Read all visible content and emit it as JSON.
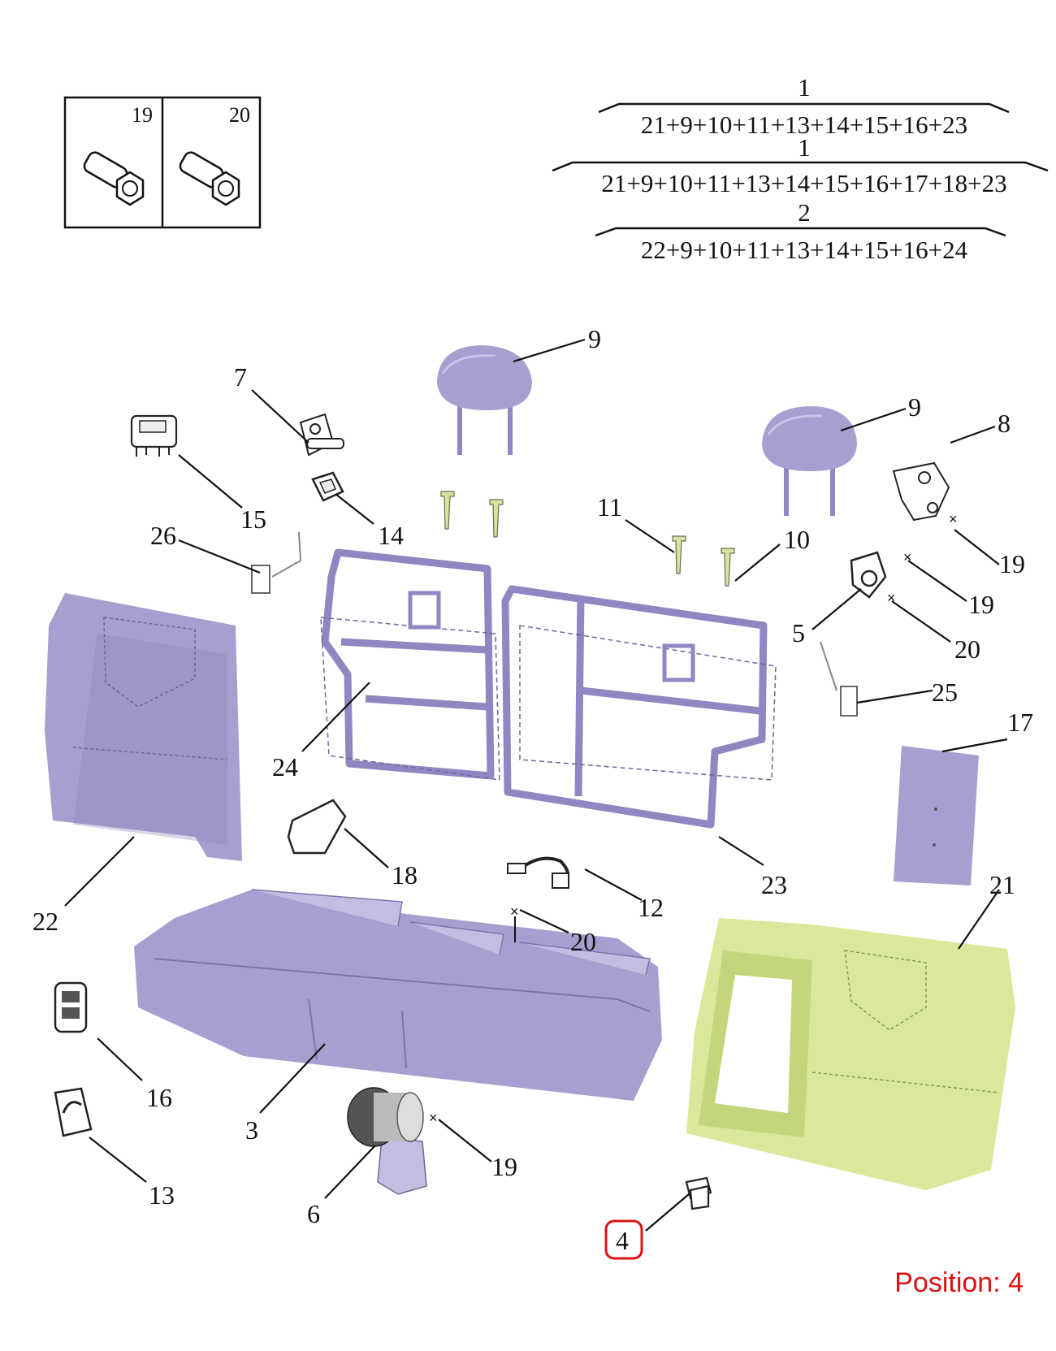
{
  "legend_box": {
    "cells": [
      {
        "number": "19"
      },
      {
        "number": "20"
      }
    ]
  },
  "assemblies": [
    {
      "assembly": "1",
      "components": "21+9+10+11+13+14+15+16+23"
    },
    {
      "assembly": "1",
      "components": "21+9+10+11+13+14+15+16+17+18+23"
    },
    {
      "assembly": "2",
      "components": "22+9+10+11+13+14+15+16+24"
    }
  ],
  "callouts": {
    "c3": "3",
    "c4": "4",
    "c5": "5",
    "c6": "6",
    "c7": "7",
    "c8": "8",
    "c9a": "9",
    "c9b": "9",
    "c10": "10",
    "c11": "11",
    "c12": "12",
    "c13": "13",
    "c14": "14",
    "c15": "15",
    "c16": "16",
    "c17": "17",
    "c18": "18",
    "c19a": "19",
    "c19b": "19",
    "c19c": "19",
    "c20a": "20",
    "c20b": "20",
    "c21": "21",
    "c22": "22",
    "c23": "23",
    "c24": "24",
    "c25": "25",
    "c26": "26"
  },
  "highlighted_position": "4",
  "position_label": "Position: 4",
  "colors": {
    "seat_purple": "#a79fd0",
    "trim_green": "#d9e89a",
    "highlight_red": "#e01010"
  }
}
